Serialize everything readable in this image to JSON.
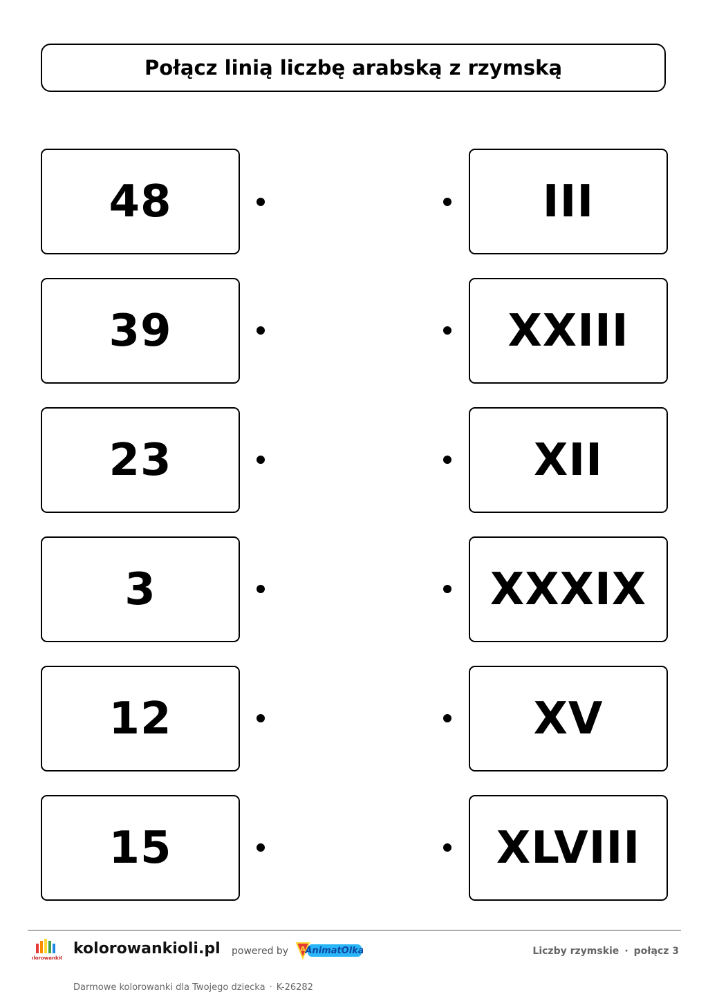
{
  "header": {
    "title": "Połącz linią liczbę arabską z rzymską"
  },
  "arabic": [
    "48",
    "39",
    "23",
    "3",
    "12",
    "15"
  ],
  "roman": [
    "III",
    "XXIII",
    "XII",
    "XXXIX",
    "XV",
    "XLVIII"
  ],
  "footer": {
    "brand": "kolorowankioli.pl",
    "powered_by": "powered by",
    "logo_text": "KolorowankiOli",
    "partner_logo_text": "AnimatOlka",
    "section": "Liczby rzymskie",
    "separator": "·",
    "page": "połącz 3",
    "tagline": "Darmowe kolorowanki dla Twojego dziecka",
    "code": "K-26282"
  }
}
